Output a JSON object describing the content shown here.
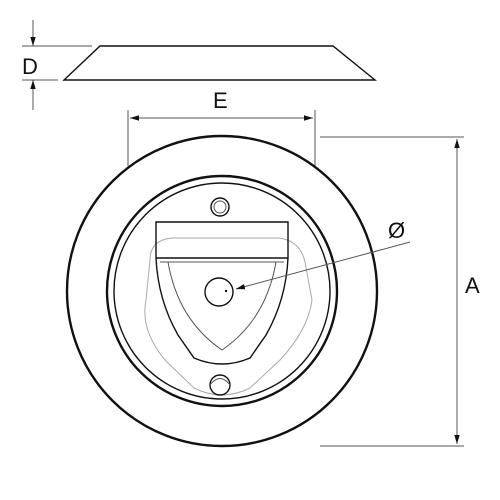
{
  "labels": {
    "depth": "D",
    "width_e": "E",
    "diameter": "Ø",
    "overall": "A"
  }
}
